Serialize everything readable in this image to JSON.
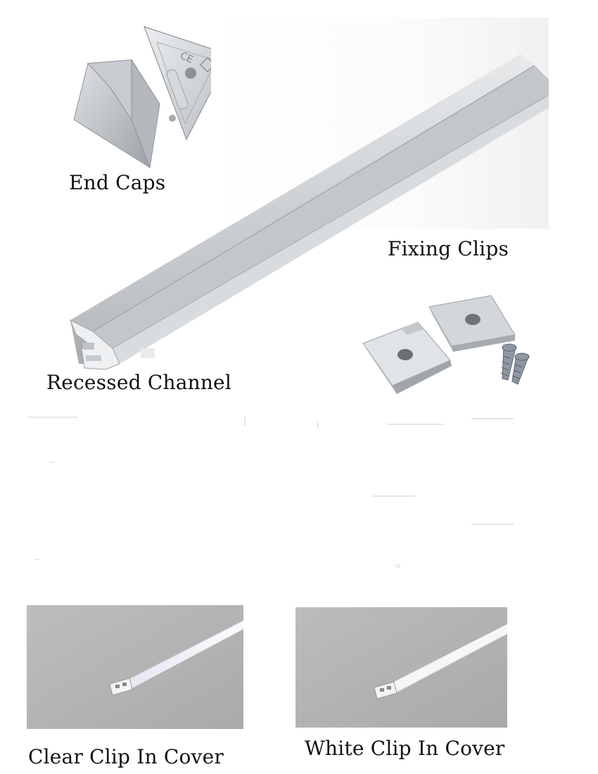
{
  "labels": {
    "end_caps": "End Caps",
    "fixing_clips": "Fixing Clips",
    "recessed_channel": "Recessed Channel",
    "clear_cover": "Clear Clip In Cover",
    "white_cover": "White Clip In Cover"
  },
  "colors": {
    "aluminium": "#c9ccd0",
    "aluminium_dark": "#9da2a8",
    "panel_grey": "#b3b3b1",
    "cover_white": "#f4f3f7"
  }
}
